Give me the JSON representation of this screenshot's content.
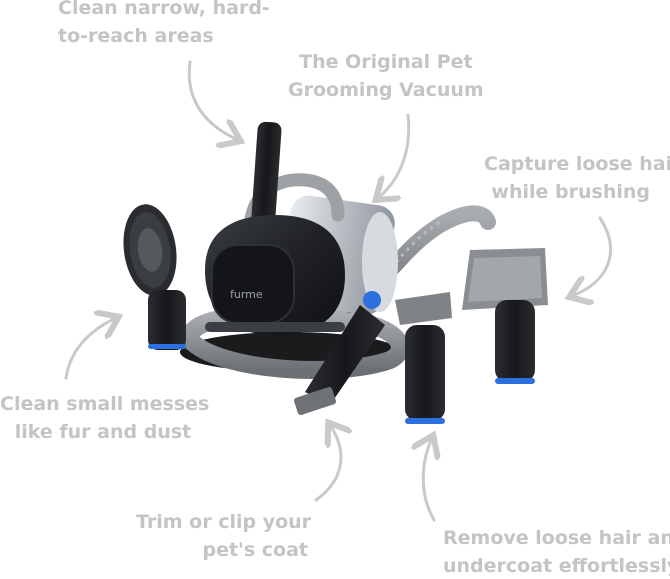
{
  "callouts": {
    "narrow": {
      "line1": "Clean narrow, hard-",
      "line2": "to-reach areas"
    },
    "original": {
      "line1": "The Original Pet",
      "line2": "Grooming Vacuum"
    },
    "capture": {
      "line1": "Capture loose hair",
      "line2": "while brushing"
    },
    "small": {
      "line1": "Clean small messes",
      "line2": "like fur and dust"
    },
    "trim": {
      "line1": "Trim or clip your",
      "line2": "pet's coat"
    },
    "remove": {
      "line1": "Remove loose hair and",
      "line2": "undercoat effortlessly"
    }
  },
  "product": {
    "brand_logo": "furme",
    "kind": "pet grooming vacuum kit"
  },
  "colors": {
    "callout_text": "#c4c4c4",
    "arrow": "#c9c9c9",
    "body_dark": "#1f2124",
    "hose_gray": "#8d9094",
    "accent_blue": "#2e6fe0"
  }
}
